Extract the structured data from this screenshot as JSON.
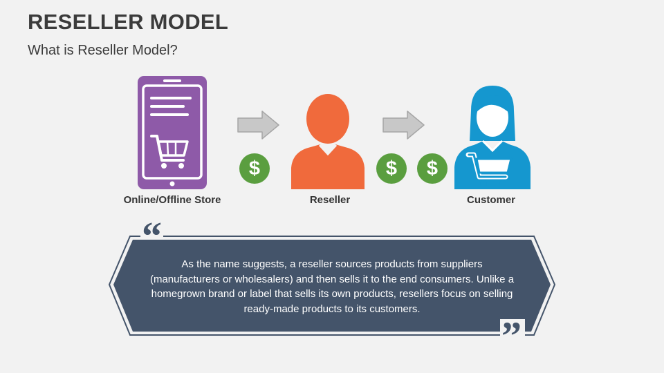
{
  "header": {
    "title": "RESELLER MODEL",
    "subtitle": "What is Reseller Model?"
  },
  "flow": {
    "nodes": [
      {
        "label": "Online/Offline Store",
        "icon": "mobile-store-icon"
      },
      {
        "label": "Reseller",
        "icon": "reseller-person-icon"
      },
      {
        "label": "Customer",
        "icon": "customer-person-icon"
      }
    ],
    "currency_symbol": "$"
  },
  "quote": {
    "text": "As the name suggests, a reseller sources products from suppliers (manufacturers or wholesalers) and then sells it to the end consumers. Unlike a homegrown brand or label that sells its own products, resellers focus on selling ready-made products to its customers."
  },
  "colors": {
    "store": "#8e5aa8",
    "reseller": "#f06a3c",
    "customer": "#1597cf",
    "money": "#5a9e3f",
    "banner": "#44546a",
    "arrow": "#c8c8c8"
  }
}
